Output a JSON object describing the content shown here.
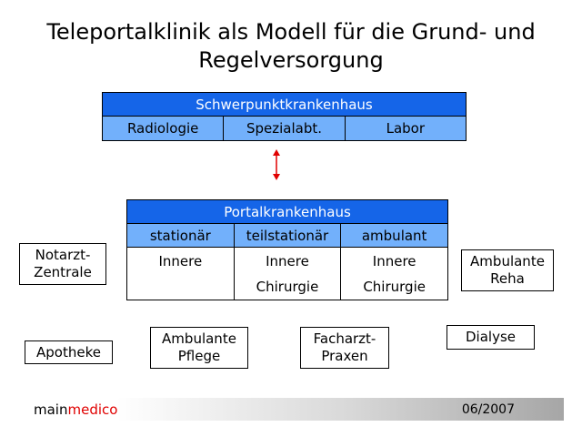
{
  "title": "Teleportalklinik als Modell für die Grund- und\nRegelversorgung",
  "schwerpunkt": {
    "header": "Schwerpunktkrankenhaus",
    "departments": [
      "Radiologie",
      "Spezialabt.",
      "Labor"
    ]
  },
  "portal": {
    "header": "Portalkrankenhaus",
    "columns": [
      "stationär",
      "teilstationär",
      "ambulant"
    ],
    "cells": [
      [
        "Innere"
      ],
      [
        "Innere",
        "Chirurgie"
      ],
      [
        "Innere",
        "Chirurgie"
      ]
    ]
  },
  "external": {
    "notarzt": "Notarzt-\nZentrale",
    "reha": "Ambulante\nReha",
    "apotheke": "Apotheke",
    "pflege": "Ambulante\nPflege",
    "facharzt": "Facharzt-\nPraxen",
    "dialyse": "Dialyse"
  },
  "footer": {
    "brand_main": "main",
    "brand_medico": "medico",
    "date": "06/2007"
  },
  "colors": {
    "header_blue": "#1565E8",
    "sub_blue": "#72B0FB",
    "arrow_red": "#e00000"
  }
}
